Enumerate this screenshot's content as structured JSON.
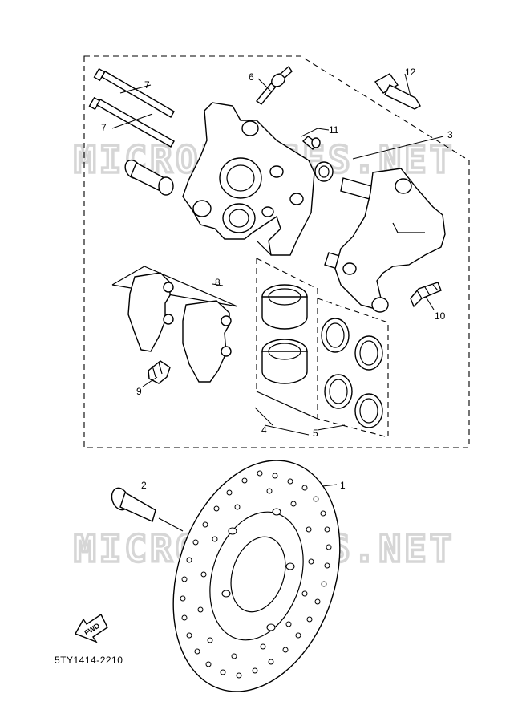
{
  "diagram": {
    "watermark": "MICROPIECES.NET",
    "part_code": "5TY1414-2210",
    "fwd_label": "FWD",
    "callouts": {
      "c1": "1",
      "c2": "2",
      "c3": "3",
      "c4": "4",
      "c5": "5",
      "c6": "6",
      "c7a": "7",
      "c7b": "7",
      "c8": "8",
      "c9": "9",
      "c10": "10",
      "c11": "11",
      "c12": "12"
    }
  }
}
